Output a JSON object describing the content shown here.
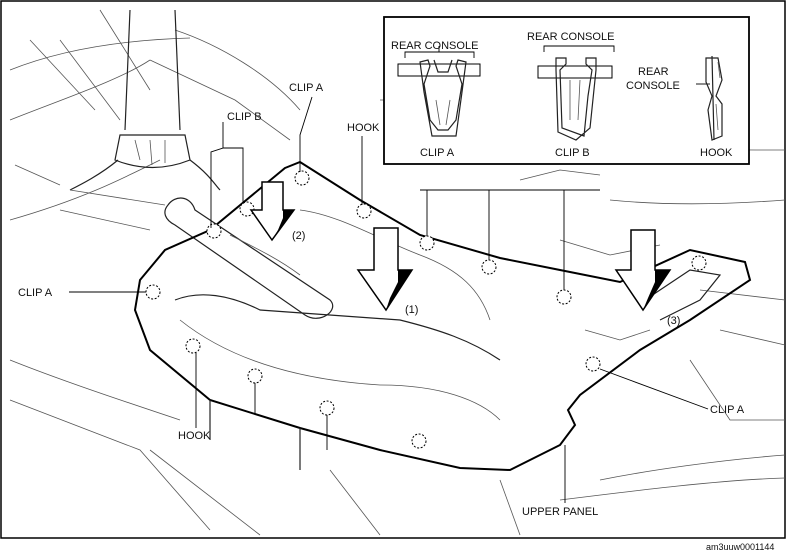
{
  "figure_id": "am3uuw0001144",
  "inset": {
    "header": "REAR CONSOLE",
    "clip_a_caption": "CLIP A",
    "clip_b_caption": "CLIP B",
    "hook_header_line1": "REAR",
    "hook_header_line2": "CONSOLE",
    "hook_caption": "HOOK"
  },
  "labels": {
    "clip_a": "CLIP A",
    "clip_b": "CLIP B",
    "hook": "HOOK",
    "upper_panel": "UPPER PANEL"
  },
  "steps": [
    "(1)",
    "(2)",
    "(3)"
  ]
}
